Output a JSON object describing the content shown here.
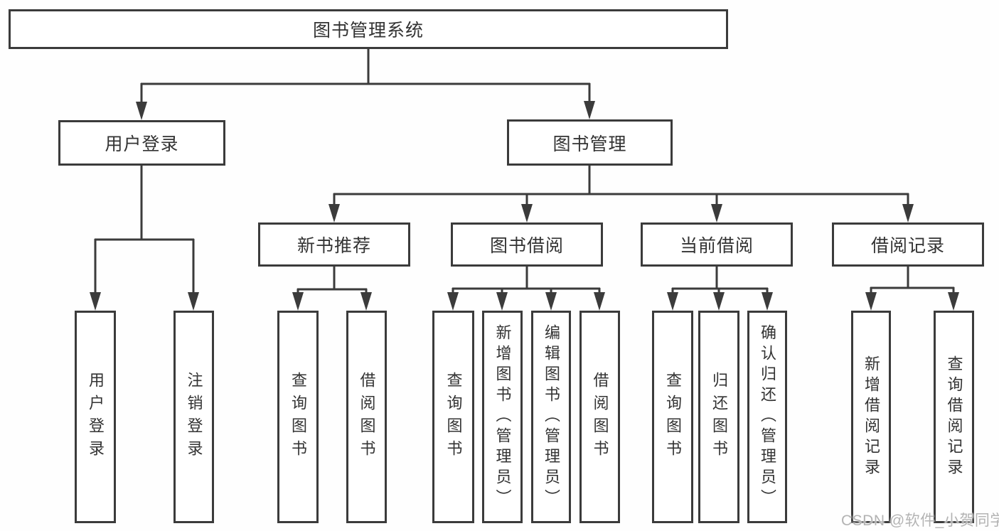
{
  "diagram_title": "图书管理系统",
  "watermark": "CSDN @软件_小贺同学",
  "colors": {
    "line": "#3b3b3b",
    "box_border": "#3b3b3b",
    "text": "#333333",
    "watermark_text": "#b3b3b3",
    "background": "#ffffff"
  },
  "tree": {
    "label": "图书管理系统",
    "children": [
      {
        "label": "用户登录",
        "children": [
          {
            "label": "用户登录"
          },
          {
            "label": "注销登录"
          }
        ]
      },
      {
        "label": "图书管理",
        "children": [
          {
            "label": "新书推荐",
            "children": [
              {
                "label": "查询图书"
              },
              {
                "label": "借阅图书"
              }
            ]
          },
          {
            "label": "图书借阅",
            "children": [
              {
                "label": "查询图书"
              },
              {
                "label": "新增图书（管理员）"
              },
              {
                "label": "编辑图书（管理员）"
              },
              {
                "label": "借阅图书"
              }
            ]
          },
          {
            "label": "当前借阅",
            "children": [
              {
                "label": "查询图书"
              },
              {
                "label": "归还图书"
              },
              {
                "label": "确认归还（管理员）"
              }
            ]
          },
          {
            "label": "借阅记录",
            "children": [
              {
                "label": "新增借阅记录"
              },
              {
                "label": "查询借阅记录"
              }
            ]
          }
        ]
      }
    ]
  }
}
